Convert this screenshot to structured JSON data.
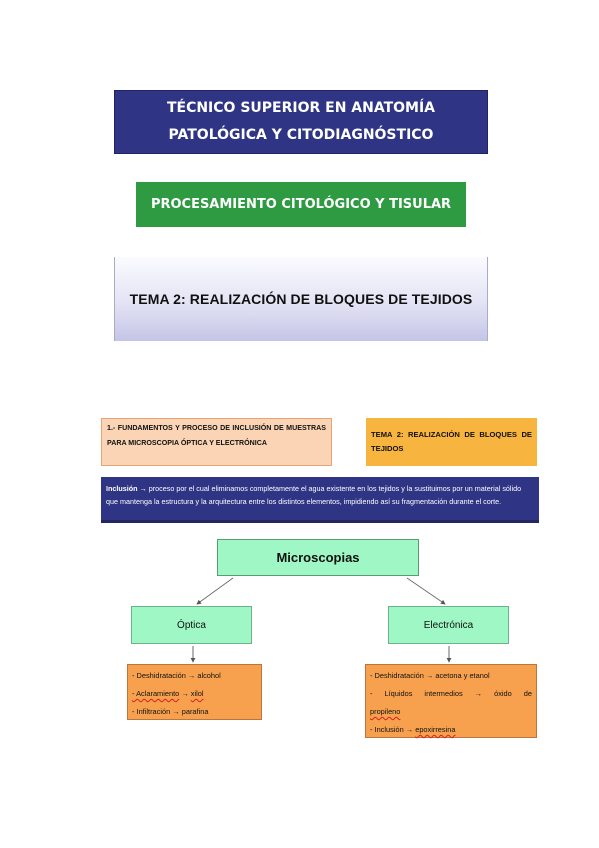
{
  "header": {
    "line1": "TÉCNICO SUPERIOR EN ANATOMÍA",
    "line2": "PATOLÓGICA Y CITODIAGNÓSTICO",
    "module": "PROCESAMIENTO CITOLÓGICO Y TISULAR",
    "topic": "TEMA 2: REALIZACIÓN DE BLOQUES DE TEJIDOS"
  },
  "fundamentos": {
    "text": "1.- FUNDAMENTOS Y PROCESO DE INCLUSIÓN DE MUESTRAS PARA MICROSCOPIA ÓPTICA Y ELECTRÓNICA"
  },
  "tema_badge": {
    "text": "TEMA 2: REALIZACIÓN DE BLOQUES DE TEJIDOS"
  },
  "inclusion": {
    "term": "Inclusión",
    "arrow": "→",
    "definition": "proceso por el cual eliminamos completamente el agua existente en los tejidos y la sustituimos por un material sólido que mantenga la  estructura y la arquitectura entre los distintos elementos, impidiendo así su fragmentación durante el corte."
  },
  "diagram": {
    "root": "Microscopias",
    "optica": {
      "label": "Óptica",
      "steps": [
        {
          "prefix": "- Deshidratación",
          "arrow": "→",
          "value": "alcohol"
        },
        {
          "prefix": "- Aclaramiento",
          "arrow": "→",
          "value": "xilol"
        },
        {
          "prefix": "- Infiltración",
          "arrow": "→",
          "value": "parafina"
        }
      ]
    },
    "electronica": {
      "label": "Electrónica",
      "steps": [
        {
          "prefix": "- Deshidratación",
          "arrow": "→",
          "value": "acetona y etanol"
        },
        {
          "prefix": "- Líquidos intermedios",
          "arrow": "→",
          "value": "óxido de"
        },
        {
          "prefix": "",
          "arrow": "",
          "value": "propileno"
        },
        {
          "prefix": "- Inclusión",
          "arrow": "→",
          "value": "epoxirresina"
        }
      ]
    }
  },
  "colors": {
    "navy": "#2f3584",
    "green": "#2e9a42",
    "mint": "#9ef7c4",
    "orange": "#f7a14f",
    "peach": "#fad4b4",
    "amber": "#f7b43e"
  }
}
